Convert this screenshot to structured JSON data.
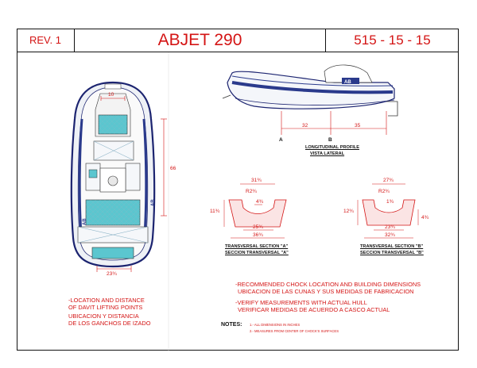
{
  "header": {
    "revision": "REV. 1",
    "model": "ABJET 290",
    "code": "515 - 15 - 15"
  },
  "top_view": {
    "dim_top": "10",
    "dim_length": "66",
    "dim_bottom": "23¾"
  },
  "profile": {
    "dim_a": "32",
    "dim_b": "35",
    "mark_a": "A",
    "mark_b": "B",
    "title_en": "LONGITUDINAL PROFILE",
    "title_es": "VISTA LATERAL"
  },
  "section_a": {
    "dim_top": "31¾",
    "radius": "R2¾",
    "dim_center": "4¾",
    "dim_height": "11¾",
    "dim_base": "25¾",
    "dim_overall": "36¾",
    "title_en": "TRANSVERSAL SECTION \"A\"",
    "title_es": "SECCION TRANSVERSAL \"A\""
  },
  "section_b": {
    "dim_top": "27¾",
    "radius": "R2¾",
    "dim_center": "1¾",
    "dim_height": "12¾",
    "dim_side": "4¾",
    "dim_base": "23¾",
    "dim_overall": "32¾",
    "title_en": "TRANSVERSAL SECTION \"B\"",
    "title_es": "SECCION TRANSVERSAL \"B\""
  },
  "captions": {
    "davit_en_1": "-LOCATION AND DISTANCE",
    "davit_en_2": "OF DAVIT LIFTING POINTS",
    "davit_es_1": "UBICACION Y DISTANCIA",
    "davit_es_2": "DE LOS GANCHOS DE IZADO",
    "chock_en": "-RECOMMENDED CHOCK LOCATION AND BUILDING DIMENSIONS",
    "chock_es": "UBICACION DE LAS CUNAS Y SUS MEDIDAS DE FABRICACION",
    "verify_en": "-VERIFY MEASUREMENTS WITH ACTUAL HULL",
    "verify_es": "VERIFICAR MEDIDAS DE ACUERDO A CASCO ACTUAL"
  },
  "notes": {
    "label": "NOTES:",
    "note1": "1.- ALL DIMENSIONS IN INCHES",
    "note2": "2.- MEASURES FROM CENTER OF CHOCK'S SURFACES"
  },
  "brand": {
    "logo_text": "AB"
  },
  "colors": {
    "hull_blue": "#2a3a8c",
    "deck_teal": "#5bc6cf",
    "dimension_red": "#d41414"
  }
}
